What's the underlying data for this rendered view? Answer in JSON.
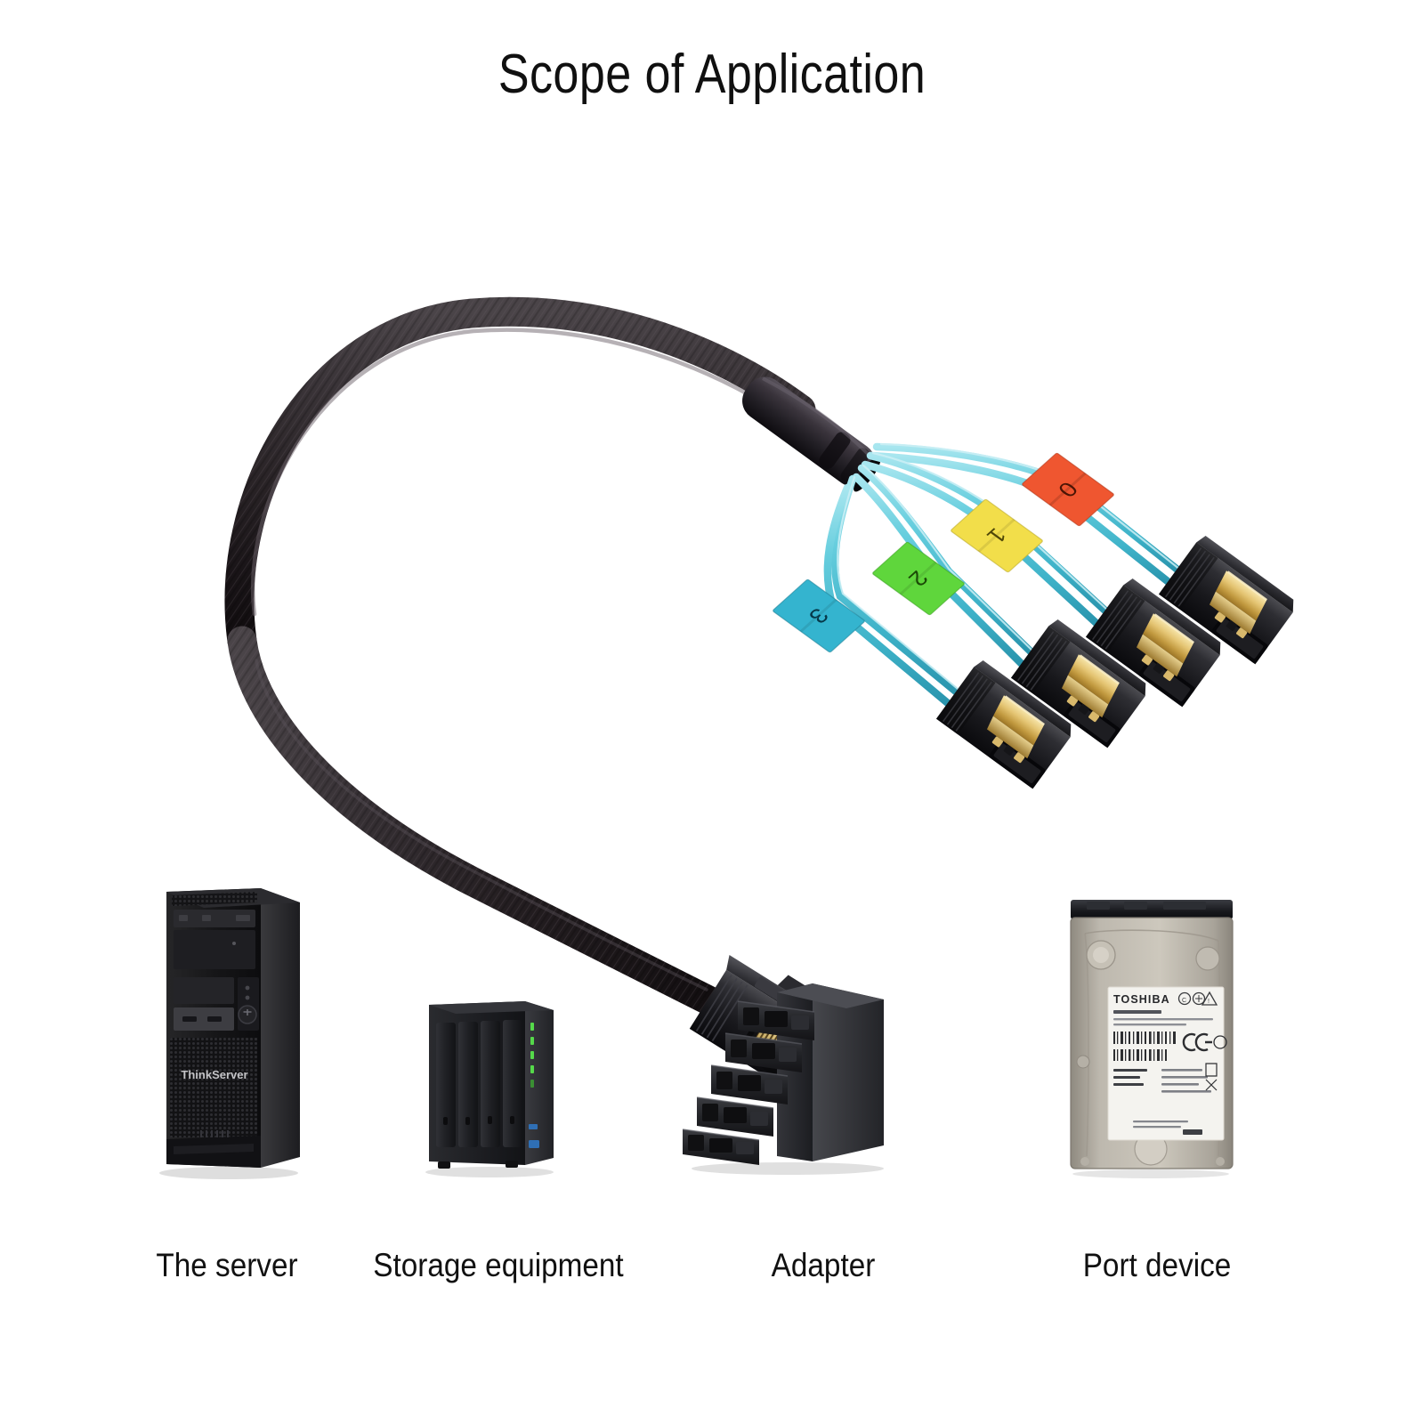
{
  "page": {
    "title": "Scope of Application",
    "background_color": "#ffffff"
  },
  "product": {
    "name": "Mini SAS HD SFF-8643 to 4x SATA breakout cable",
    "sleeve_color": "#2b2729",
    "wire_color": "#5cc8d8",
    "connector_body_color": "#1c1c1e",
    "contact_gold_color": "#d8b15a",
    "host_connector": {
      "type": "SFF-8643 Mini SAS HD",
      "icon": "sff8643-connector-icon"
    },
    "drive_connectors": [
      {
        "type": "SATA 7-pin",
        "icon": "sata-connector-icon"
      },
      {
        "type": "SATA 7-pin",
        "icon": "sata-connector-icon"
      },
      {
        "type": "SATA 7-pin",
        "icon": "sata-connector-icon"
      },
      {
        "type": "SATA 7-pin",
        "icon": "sata-connector-icon"
      }
    ],
    "port_labels": [
      {
        "text": "0",
        "color": "#ef5630",
        "text_color": "#4a1505"
      },
      {
        "text": "1",
        "color": "#f2de4a",
        "text_color": "#4f4708"
      },
      {
        "text": "2",
        "color": "#5fd63c",
        "text_color": "#1b4a07"
      },
      {
        "text": "3",
        "color": "#34b4cf",
        "text_color": "#063849"
      }
    ]
  },
  "devices": [
    {
      "id": "server",
      "caption": "The server",
      "icon": "tower-server-icon",
      "brand_text": "ThinkServer",
      "body_color": "#1b1b1d"
    },
    {
      "id": "storage",
      "caption": "Storage equipment",
      "icon": "nas-enclosure-icon",
      "bay_count": 4,
      "led_color": "#55d94a",
      "body_color": "#232427"
    },
    {
      "id": "adapter",
      "caption": "Adapter",
      "icon": "drive-bay-adapter-icon",
      "tray_count": 5,
      "body_color": "#35363a"
    },
    {
      "id": "port-device",
      "caption": "Port device",
      "icon": "hard-disk-drive-icon",
      "brand_text": "TOSHIBA",
      "label_color": "#f4f3ef",
      "body_color": "#b9b2a6"
    }
  ]
}
